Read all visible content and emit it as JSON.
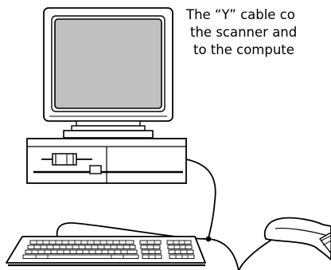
{
  "caption": {
    "line1": "The “Y” cable co",
    "line2": "the scanner and",
    "line3": "to the compute"
  },
  "colors": {
    "ink": "#000000",
    "screen": "#c0c0c0",
    "background": "#ffffff"
  },
  "icons": [
    "crt-monitor-icon",
    "desktop-computer-icon",
    "keyboard-icon",
    "barcode-scanner-icon",
    "y-cable-icon"
  ]
}
